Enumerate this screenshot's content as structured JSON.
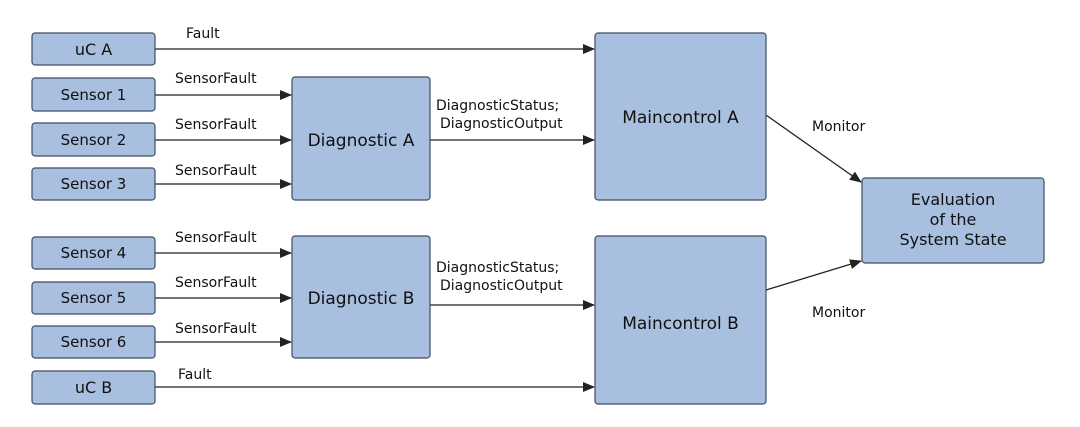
{
  "nodes": {
    "ucA": "uC A",
    "sensor1": "Sensor 1",
    "sensor2": "Sensor 2",
    "sensor3": "Sensor 3",
    "sensor4": "Sensor 4",
    "sensor5": "Sensor 5",
    "sensor6": "Sensor 6",
    "ucB": "uC B",
    "diagA": "Diagnostic A",
    "diagB": "Diagnostic B",
    "mainA": "Maincontrol A",
    "mainB": "Maincontrol B",
    "eval": [
      "Evaluation",
      "of the",
      "System State"
    ]
  },
  "edges": {
    "faultA": "Fault",
    "faultB": "Fault",
    "sf1": "SensorFault",
    "sf2": "SensorFault",
    "sf3": "SensorFault",
    "sf4": "SensorFault",
    "sf5": "SensorFault",
    "sf6": "SensorFault",
    "diagOutA": [
      "DiagnosticStatus;",
      "DiagnosticOutput"
    ],
    "diagOutB": [
      "DiagnosticStatus;",
      "DiagnosticOutput"
    ],
    "monitorA": "Monitor",
    "monitorB": "Monitor"
  },
  "colors": {
    "box_fill": "#a8bfdf",
    "box_stroke": "#3d4b63",
    "line": "#222222"
  }
}
